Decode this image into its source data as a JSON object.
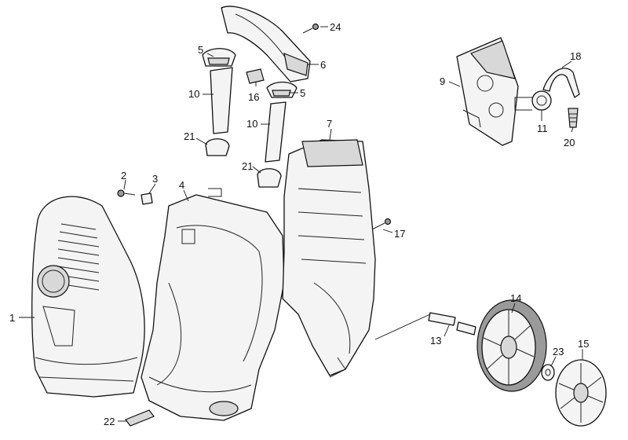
{
  "diagram": {
    "type": "exploded-parts-view",
    "callouts": [
      "1",
      "2",
      "3",
      "4",
      "5",
      "5",
      "6",
      "7",
      "9",
      "10",
      "10",
      "11",
      "13",
      "14",
      "15",
      "16",
      "17",
      "18",
      "20",
      "21",
      "21",
      "22",
      "23",
      "24"
    ]
  }
}
